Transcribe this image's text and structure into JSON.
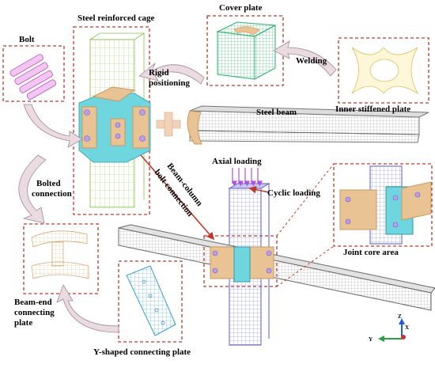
{
  "labels": {
    "steel_cage": "Steel reinforced cage",
    "cover_plate": "Cover plate",
    "bolt": "Bolt",
    "rigid_positioning_1": "Rigid",
    "rigid_positioning_2": "positioning",
    "welding": "Welding",
    "inner_stiffened_plate": "Inner stiffened plate",
    "steel_beam": "Steel beam",
    "bolted_connection_1": "Bolted",
    "bolted_connection_2": "connection",
    "beam_column_1": "Beam-column",
    "beam_column_2": "bolt connection",
    "axial_loading": "Axial loading",
    "cyclic_loading": "Cyclic loading",
    "joint_core_area": "Joint core area",
    "beam_end_plate_1": "Beam-end",
    "beam_end_plate_2": "connecting",
    "beam_end_plate_3": "plate",
    "y_shaped_plate": "Y-shaped connecting plate"
  },
  "axes": {
    "z": "Z",
    "x": "X",
    "y": "Y"
  },
  "colors": {
    "dash_red": "#c0392b",
    "cage_green": "#7fbf3f",
    "cover_green": "#3fbf8a",
    "bolt_magenta": "#d070d0",
    "plate_tan": "#e9c393",
    "plate_cyan": "#6fd6e0",
    "column_blue": "#6a6ae0",
    "beam_grey": "#9a9a9a",
    "arrow_fill": "#e8d7dc",
    "red_line": "#c0392b"
  }
}
